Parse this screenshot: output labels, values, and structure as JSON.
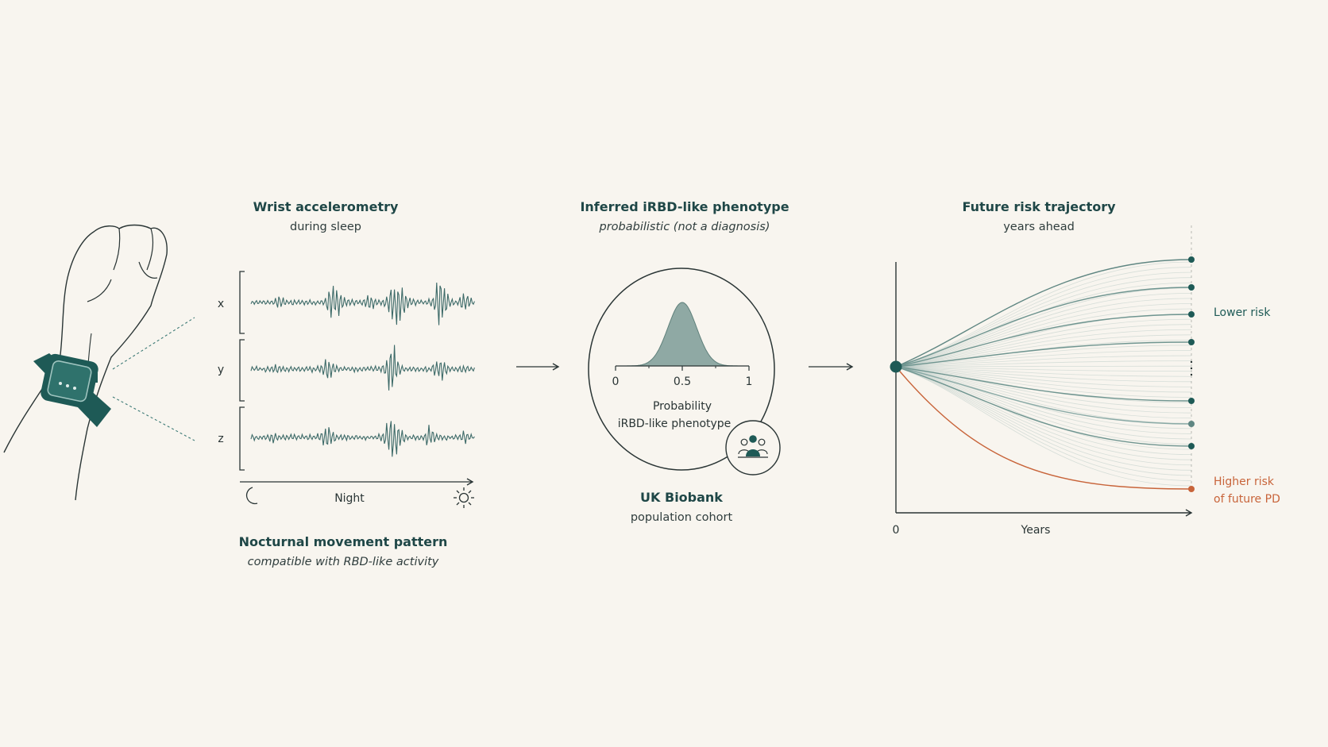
{
  "colors": {
    "background": "#f8f5ef",
    "teal": "#1e5a56",
    "orange": "#c8643a",
    "wave": "#3d6a68"
  },
  "panel1": {
    "title": "Wrist accelerometry",
    "subtitle": "during sleep",
    "axes": [
      "x",
      "y",
      "z"
    ],
    "time_label": "Night",
    "caption_title": "Nocturnal movement pattern",
    "caption_sub": "compatible with RBD-like activity",
    "icons": [
      "wrist-device-icon",
      "moon-icon",
      "sun-icon"
    ]
  },
  "panel2": {
    "title": "Inferred iRBD-like phenotype",
    "subtitle": "probabilistic (not a diagnosis)",
    "ticks": [
      "0",
      "0.5",
      "1"
    ],
    "axis_label_1": "Probability",
    "axis_label_2": "iRBD-like phenotype",
    "caption_title": "UK Biobank",
    "caption_sub": "population cohort",
    "icons": [
      "population-icon"
    ]
  },
  "panel3": {
    "title": "Future risk trajectory",
    "subtitle": "years ahead",
    "x_origin_label": "0",
    "x_label": "Years",
    "lower_label": "Lower risk",
    "higher_label_1": "Higher risk",
    "higher_label_2": "of future PD"
  }
}
